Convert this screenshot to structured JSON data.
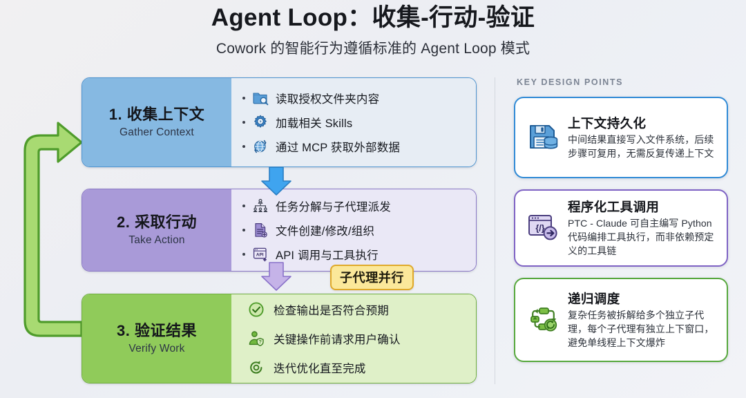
{
  "header": {
    "title": "Agent Loop：收集-行动-验证",
    "subtitle": "Cowork 的智能行为遵循标准的 Agent Loop 模式"
  },
  "flow": {
    "steps": [
      {
        "number_title": "1. 收集上下文",
        "english": "Gather Context",
        "color": "#86b9e2",
        "border": "#4d93cf",
        "bullets": [
          {
            "icon": "folder-search-icon",
            "text": "读取授权文件夹内容"
          },
          {
            "icon": "gear-lightning-icon",
            "text": "加载相关 Skills"
          },
          {
            "icon": "globe-sync-icon",
            "text": "通过 MCP 获取外部数据"
          }
        ]
      },
      {
        "number_title": "2. 采取行动",
        "english": "Take Action",
        "color": "#a99ad8",
        "border": "#8a78c6",
        "bullets": [
          {
            "icon": "org-chart-icon",
            "text": "任务分解与子代理派发"
          },
          {
            "icon": "document-add-icon",
            "text": "文件创建/修改/组织"
          },
          {
            "icon": "api-window-icon",
            "text": "API 调用与工具执行"
          }
        ]
      },
      {
        "number_title": "3. 验证结果",
        "english": "Verify Work",
        "color": "#90cb5a",
        "border": "#6fae3e",
        "bullets": [
          {
            "icon": "check-circle-icon",
            "text": "检查输出是否符合预期"
          },
          {
            "icon": "user-shield-question-icon",
            "text": "关键操作前请求用户确认"
          },
          {
            "icon": "refresh-loop-icon",
            "text": "迭代优化直至完成"
          }
        ]
      }
    ],
    "connector_1_icon": "down-arrow-blue-icon",
    "connector_2_icon": "down-arrow-purple-icon",
    "parallel_badge": "子代理并行",
    "feedback_loop_icon": "feedback-loop-arrow-icon"
  },
  "points": {
    "section_label": "KEY DESIGN POINTS",
    "cards": [
      {
        "icon": "floppy-database-icon",
        "accent": "#2f8ad6",
        "title": "上下文持久化",
        "desc": "中间结果直接写入文件系统，后续步骤可复用，无需反复传递上下文"
      },
      {
        "icon": "code-window-arrow-icon",
        "accent": "#7e62c4",
        "title": "程序化工具调用",
        "desc": "PTC - Claude 可自主编写 Python 代码编排工具执行，而非依赖预定义的工具链"
      },
      {
        "icon": "recursive-loop-icon",
        "accent": "#56a83c",
        "title": "递归调度",
        "desc": "复杂任务被拆解给多个独立子代理，每个子代理有独立上下窗口，避免单线程上下文爆炸"
      }
    ]
  }
}
